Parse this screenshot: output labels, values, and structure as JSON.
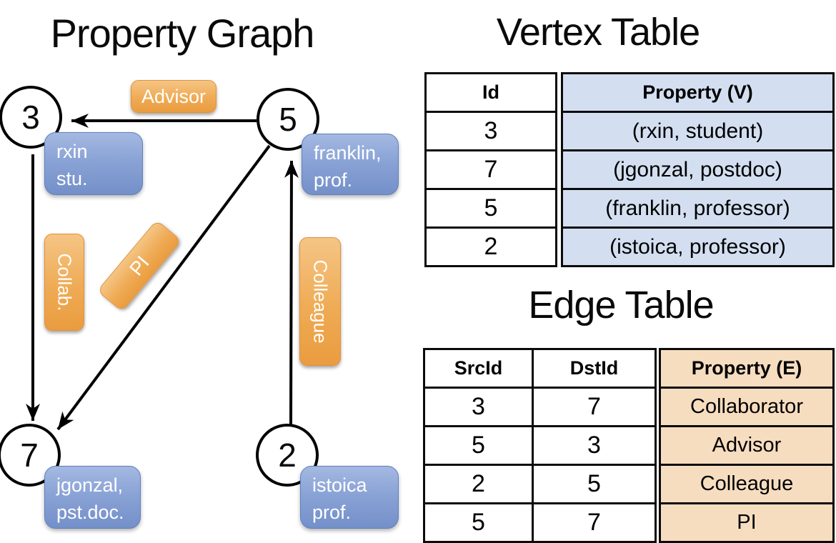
{
  "graph": {
    "title": "Property Graph",
    "nodes": {
      "n3": {
        "id": "3",
        "prop_line1": "rxin",
        "prop_line2": "stu."
      },
      "n5": {
        "id": "5",
        "prop_line1": "franklin,",
        "prop_line2": "prof."
      },
      "n7": {
        "id": "7",
        "prop_line1": "jgonzal,",
        "prop_line2": "pst.doc."
      },
      "n2": {
        "id": "2",
        "prop_line1": "istoica",
        "prop_line2": "prof."
      }
    },
    "edge_labels": {
      "advisor": "Advisor",
      "collab": "Collab.",
      "pi": "PI",
      "colleague": "Colleague"
    }
  },
  "vertex_table": {
    "title": "Vertex Table",
    "headers": {
      "id": "Id",
      "property": "Property (V)"
    },
    "rows": [
      {
        "id": "3",
        "property": "(rxin, student)"
      },
      {
        "id": "7",
        "property": "(jgonzal, postdoc)"
      },
      {
        "id": "5",
        "property": "(franklin, professor)"
      },
      {
        "id": "2",
        "property": "(istoica, professor)"
      }
    ]
  },
  "edge_table": {
    "title": "Edge Table",
    "headers": {
      "src": "SrcId",
      "dst": "DstId",
      "property": "Property (E)"
    },
    "rows": [
      {
        "src": "3",
        "dst": "7",
        "property": "Collaborator"
      },
      {
        "src": "5",
        "dst": "3",
        "property": "Advisor"
      },
      {
        "src": "2",
        "dst": "5",
        "property": "Colleague"
      },
      {
        "src": "5",
        "dst": "7",
        "property": "PI"
      }
    ]
  },
  "colors": {
    "edge_label_fill": "#EDA14B",
    "vertex_box_fill": "#7B97CF",
    "vertex_table_property_fill": "#D3DFF1",
    "edge_table_property_fill": "#F7DDC0",
    "line_color": "#000000"
  }
}
